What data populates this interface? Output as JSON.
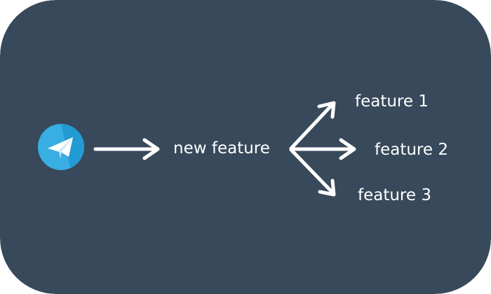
{
  "colors": {
    "background": "#37495a",
    "foreground": "#ffffff",
    "telegram_blue": "#39aee3",
    "telegram_blue_dark": "#229bd4"
  },
  "icons": {
    "app_logo": "telegram-icon",
    "arrows": [
      "arrow-right-icon",
      "arrow-up-right-icon",
      "arrow-right-icon",
      "arrow-down-right-icon"
    ]
  },
  "diagram": {
    "source_label": "new feature",
    "branches": [
      "feature 1",
      "feature 2",
      "feature 3"
    ]
  }
}
